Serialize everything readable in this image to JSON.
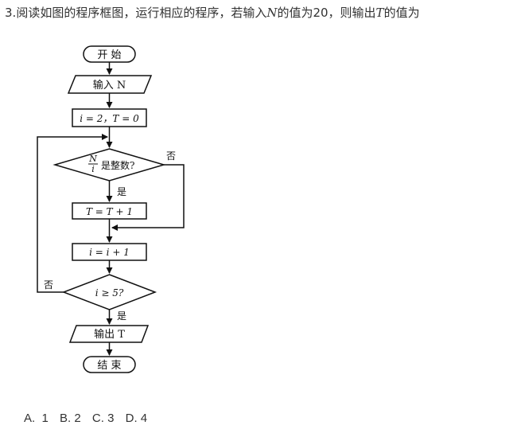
{
  "question": {
    "number": "3.",
    "text_before_n": "阅读如图的程序框图，运行相应的程序，若输入",
    "var_n": "N",
    "text_middle": "的值为20，则输出",
    "var_t": "T",
    "text_after": "的值为"
  },
  "flowchart": {
    "start": "开 始",
    "input": "输入 N",
    "init": "i = 2，T = 0",
    "cond1_frac_num": "N",
    "cond1_frac_den": "i",
    "cond1_text": "是整数?",
    "yes1": "是",
    "no1": "否",
    "update_t": "T = T + 1",
    "increment": "i = i + 1",
    "cond2": "i ≥ 5?",
    "yes2": "是",
    "no2": "否",
    "output": "输出 T",
    "end": "结 束"
  },
  "options": [
    {
      "label": "A.",
      "value": "1"
    },
    {
      "label": "B.",
      "value": "2"
    },
    {
      "label": "C.",
      "value": "3"
    },
    {
      "label": "D.",
      "value": "4"
    }
  ]
}
